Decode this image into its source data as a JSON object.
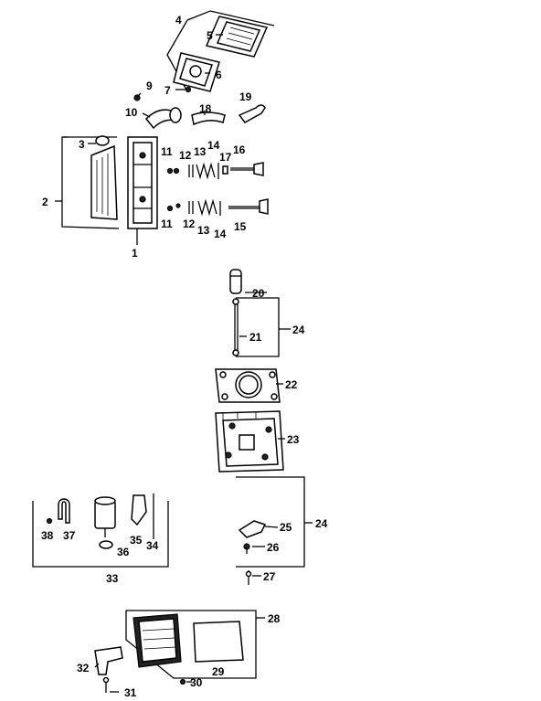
{
  "diagram": {
    "callouts": [
      {
        "id": "c4",
        "text": "4"
      },
      {
        "id": "c5",
        "text": "5"
      },
      {
        "id": "c6",
        "text": "6"
      },
      {
        "id": "c7",
        "text": "7"
      },
      {
        "id": "c9",
        "text": "9"
      },
      {
        "id": "c10",
        "text": "10"
      },
      {
        "id": "c18",
        "text": "18"
      },
      {
        "id": "c19",
        "text": "19"
      },
      {
        "id": "c3",
        "text": "3"
      },
      {
        "id": "c2",
        "text": "2"
      },
      {
        "id": "c1",
        "text": "1"
      },
      {
        "id": "c11a",
        "text": "11"
      },
      {
        "id": "c12a",
        "text": "12"
      },
      {
        "id": "c13a",
        "text": "13"
      },
      {
        "id": "c14a",
        "text": "14"
      },
      {
        "id": "c16",
        "text": "16"
      },
      {
        "id": "c17",
        "text": "17"
      },
      {
        "id": "c11b",
        "text": "11"
      },
      {
        "id": "c12b",
        "text": "12"
      },
      {
        "id": "c13b",
        "text": "13"
      },
      {
        "id": "c14b",
        "text": "14"
      },
      {
        "id": "c15",
        "text": "15"
      },
      {
        "id": "c20",
        "text": "20"
      },
      {
        "id": "c21",
        "text": "21"
      },
      {
        "id": "c24a",
        "text": "24"
      },
      {
        "id": "c22",
        "text": "22"
      },
      {
        "id": "c23",
        "text": "23"
      },
      {
        "id": "c24b",
        "text": "24"
      },
      {
        "id": "c25",
        "text": "25"
      },
      {
        "id": "c26",
        "text": "26"
      },
      {
        "id": "c27",
        "text": "27"
      },
      {
        "id": "c38",
        "text": "38"
      },
      {
        "id": "c37",
        "text": "37"
      },
      {
        "id": "c36",
        "text": "36"
      },
      {
        "id": "c35",
        "text": "35"
      },
      {
        "id": "c34",
        "text": "34"
      },
      {
        "id": "c33",
        "text": "33"
      },
      {
        "id": "c28",
        "text": "28"
      },
      {
        "id": "c29",
        "text": "29"
      },
      {
        "id": "c30",
        "text": "30"
      },
      {
        "id": "c31",
        "text": "31"
      },
      {
        "id": "c32",
        "text": "32"
      }
    ]
  }
}
